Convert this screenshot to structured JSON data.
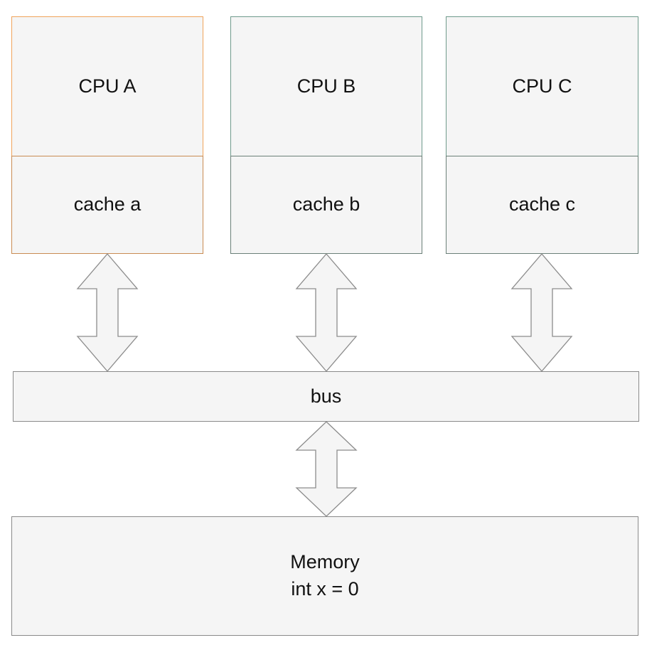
{
  "cpus": [
    {
      "label": "CPU A",
      "cache": "cache a"
    },
    {
      "label": "CPU B",
      "cache": "cache b"
    },
    {
      "label": "CPU C",
      "cache": "cache c"
    }
  ],
  "bus": {
    "label": "bus"
  },
  "memory": {
    "title": "Memory",
    "value": "int x = 0"
  },
  "colors": {
    "box_fill": "#f5f5f5",
    "cpu_a_border": "#f0a35a",
    "cpu_bc_border": "#6f9a8c",
    "neutral_border": "#8a8a8a"
  }
}
